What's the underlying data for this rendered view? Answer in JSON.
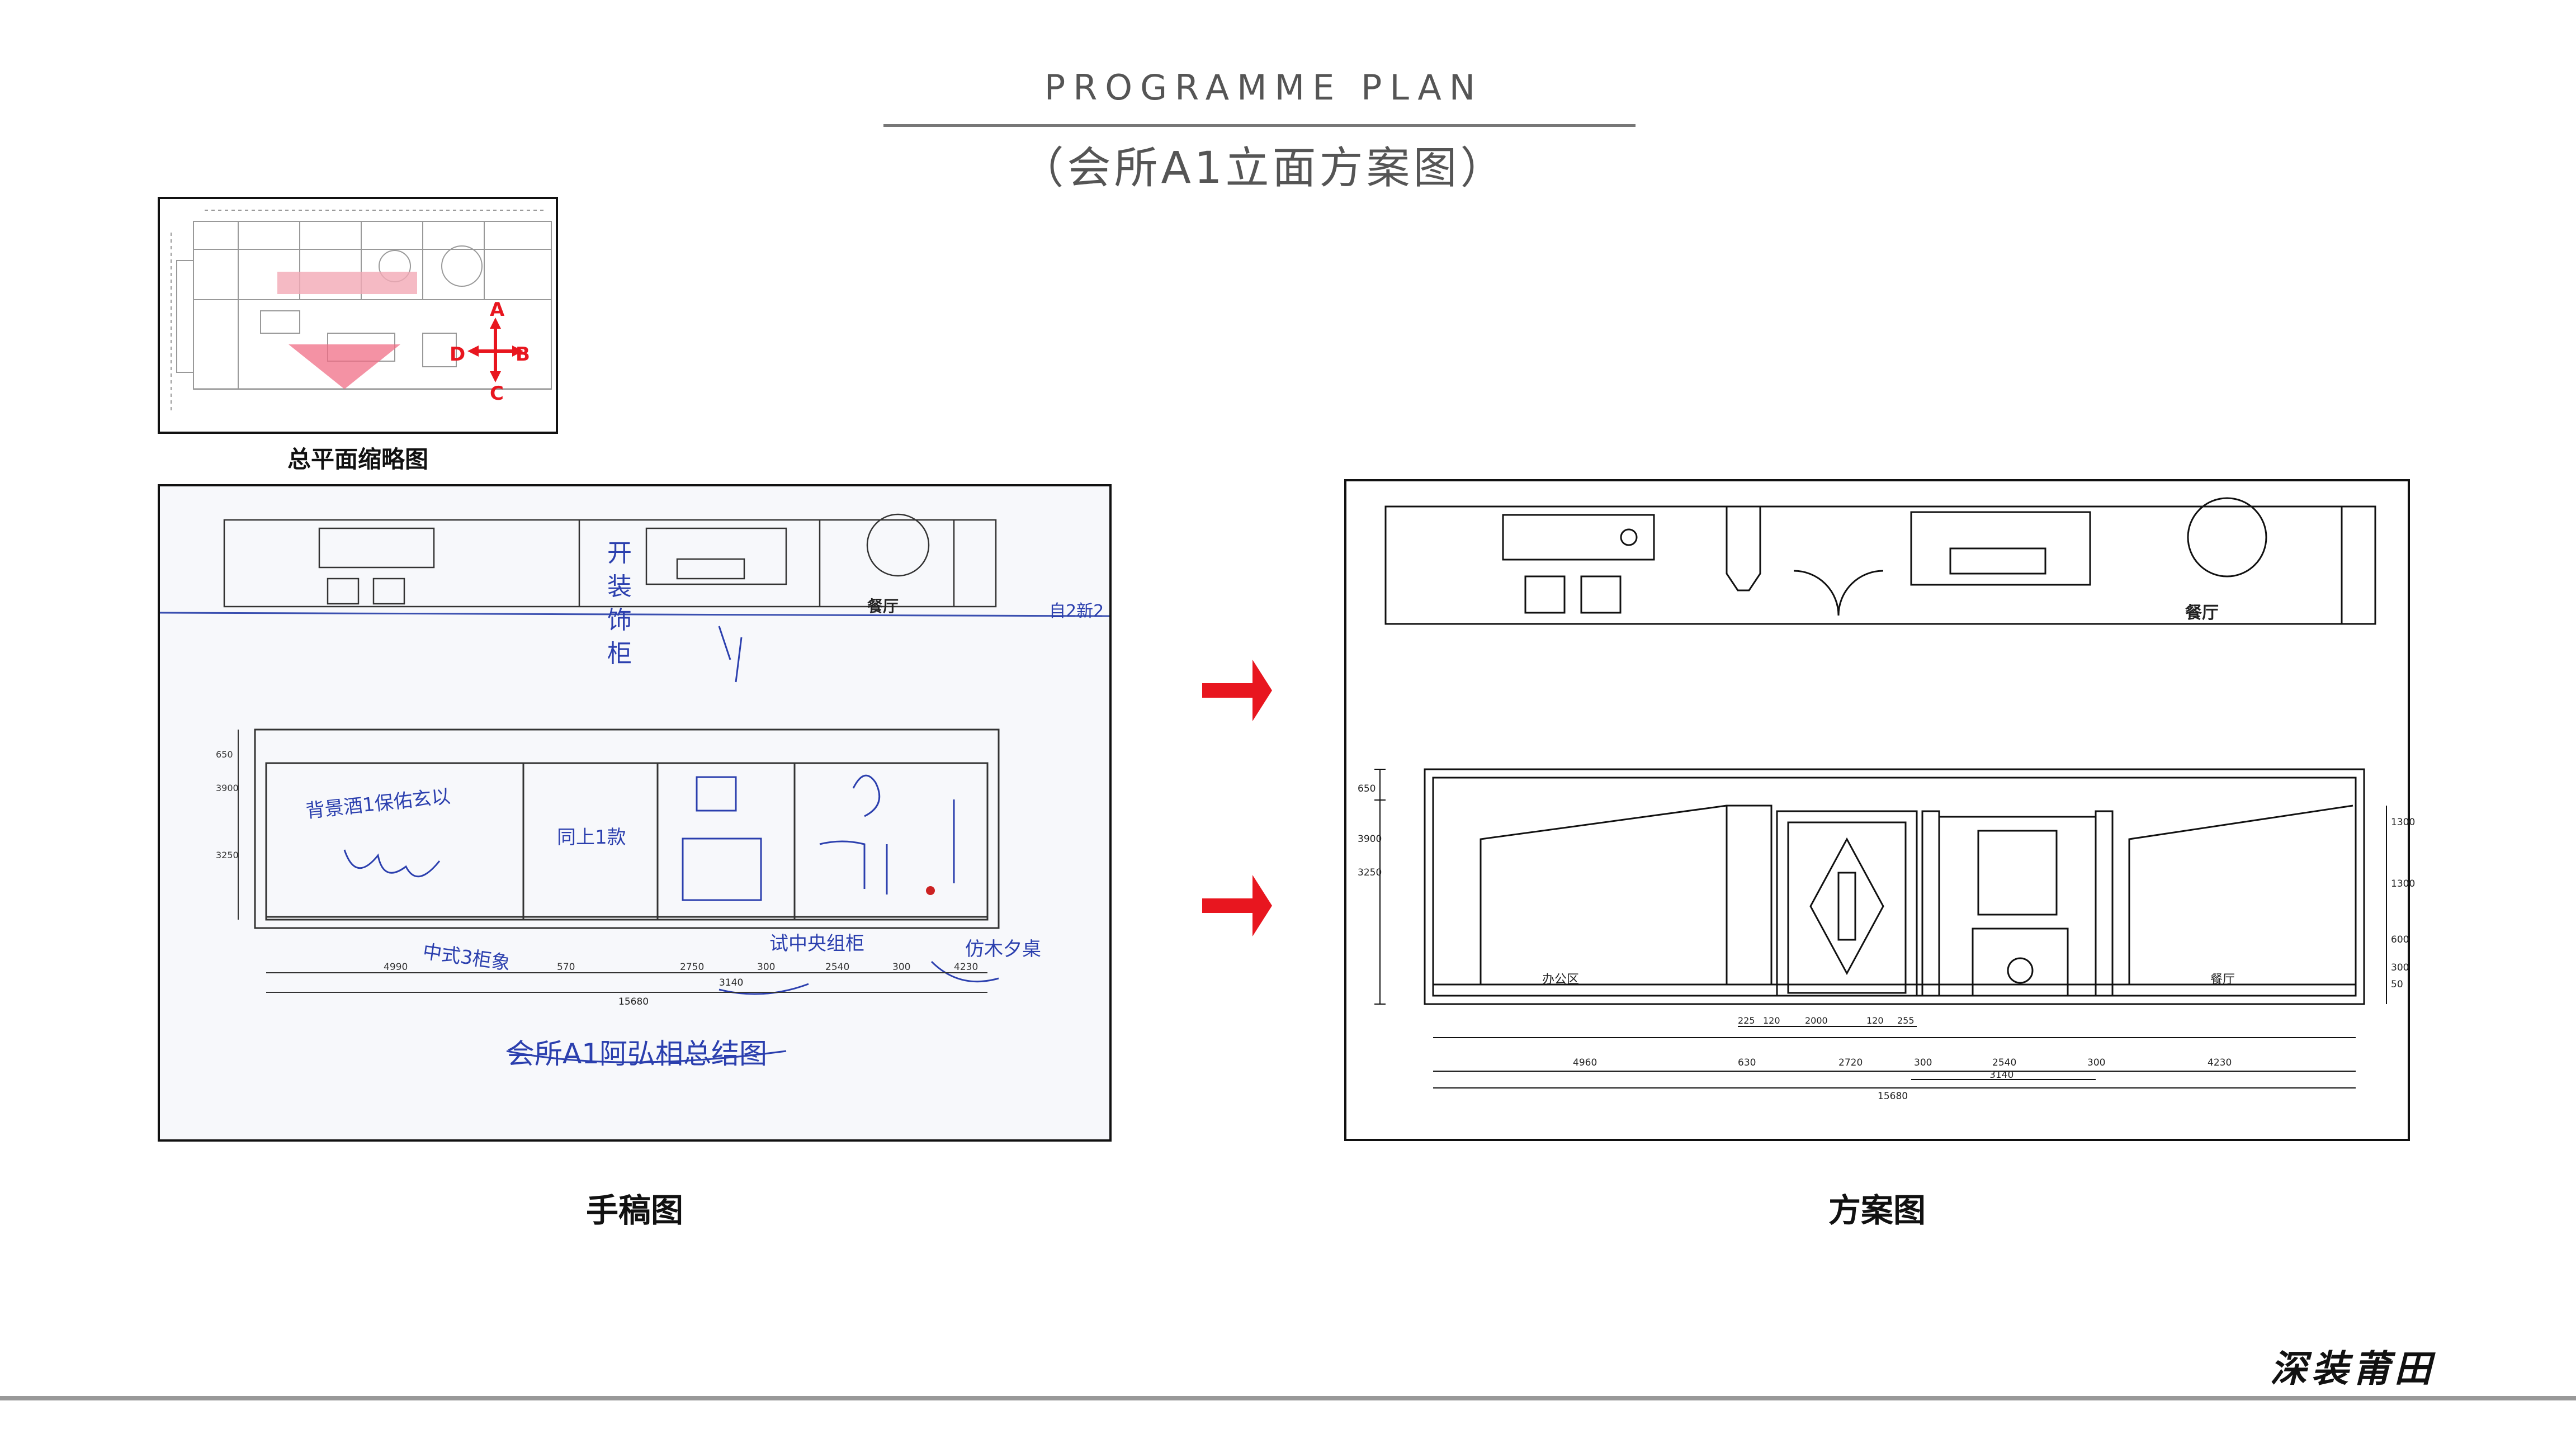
{
  "header": {
    "title": "PROGRAMME PLAN",
    "subtitle": "（会所A1立面方案图）"
  },
  "thumbnail": {
    "caption": "总平面缩略图",
    "compass": {
      "north": "A",
      "east": "B",
      "south": "C",
      "west": "D"
    }
  },
  "sketch": {
    "caption": "手稿图",
    "room_label": "餐厅",
    "side_note": "自2新2",
    "notes": [
      "开",
      "装",
      "饰",
      "柜"
    ],
    "wall_notes": [
      "背景酒1保佑玄以",
      "同上1款",
      "中式3柜象",
      "试中央组柜",
      "仿木夕桌"
    ],
    "bottom_note": "会所A1阿弘相总结图",
    "dim_height": [
      "650",
      "3900",
      "3250"
    ],
    "dims_bottom": [
      "4990",
      "570",
      "2750",
      "300",
      "2540",
      "300",
      "4230"
    ],
    "dim_sub": "3140",
    "dim_total": "15680"
  },
  "arrows": {
    "color": "#e8161f",
    "count": 2
  },
  "plan": {
    "caption": "方案图",
    "room_label_top": "餐厅",
    "zone_left": "办公区",
    "zone_right": "餐厅",
    "dim_height": [
      "650",
      "3900",
      "3250"
    ],
    "dim_right": [
      "1300",
      "1300",
      "600",
      "300",
      "50"
    ],
    "dims_top": [
      "225",
      "120",
      "2000",
      "120",
      "255"
    ],
    "dims_bottom": [
      "4960",
      "630",
      "2720",
      "300",
      "2540",
      "300",
      "4230"
    ],
    "dim_sub": "3140",
    "dim_total": "15680"
  },
  "brand": {
    "text": "深装莆田"
  }
}
